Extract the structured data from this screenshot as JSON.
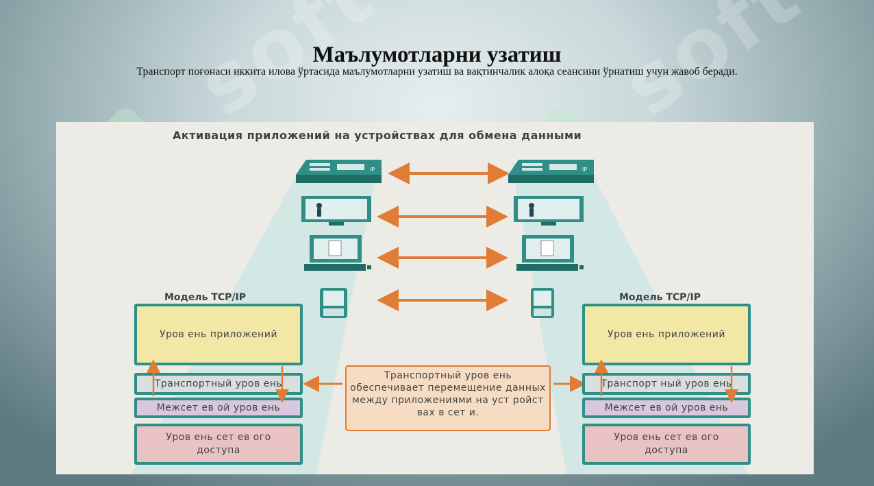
{
  "slide": {
    "title": "Маълумотларни узатиш",
    "subtitle": "Транспорт поғонаси иккита илова ўртасида маълумотларни узатиш ва вақтинчалик алоқа сеансини ўрнатиш учун жавоб беради."
  },
  "diagram": {
    "title": "Активация приложений на устройствах для обмена данными",
    "left_model": {
      "label": "Модель TCP/IP",
      "layers": [
        "Уров ень приложений",
        "Транспортный уров ень",
        "Межсет ев ой уров ень",
        "Уров ень сет ев ого доступа"
      ]
    },
    "right_model": {
      "label": "Модель TCP/IP",
      "layers": [
        "Уров ень приложений",
        "Транспорт ный уров ень",
        "Межсет ев ой уров ень",
        "Уров ень сет ев ого доступа"
      ]
    },
    "center_note": "Транспортный уров ень обеспечивает перемещение данных между приложениями на уст ройст вах в сет и.",
    "devices": [
      "ip-phone-icon",
      "video-monitor-icon",
      "computer-icon",
      "mobile-phone-icon"
    ],
    "colors": {
      "teal": "#2f8f86",
      "orange_arrow": "#e07c35",
      "app_layer": "#f3e7a6",
      "transport_layer": "#d9dede",
      "internet_layer": "#d8c7dd",
      "access_layer": "#e9c3c3"
    }
  }
}
